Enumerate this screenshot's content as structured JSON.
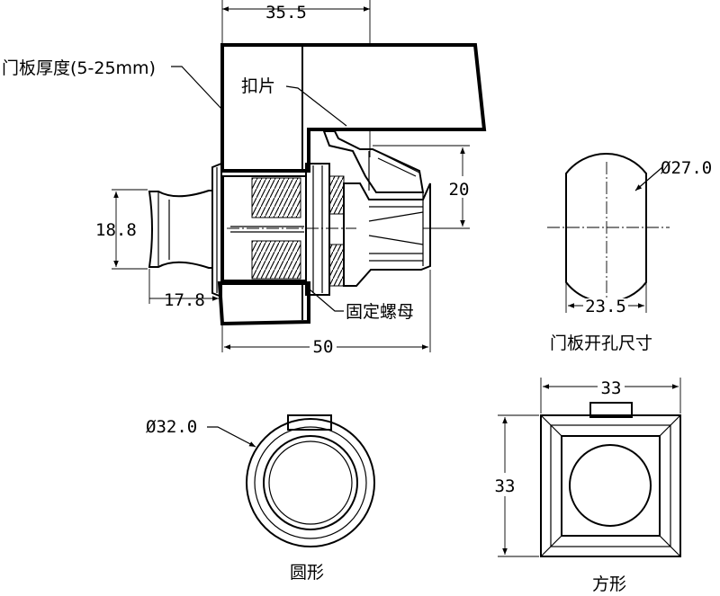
{
  "labels": {
    "panel_thickness": "门板厚度(5-25mm)",
    "strike_plate": "扣片",
    "fixing_nut": "固定螺母",
    "hole_size": "门板开孔尺寸",
    "round_type": "圆形",
    "square_type": "方形"
  },
  "dimensions": {
    "top_width": "35.5",
    "tab_height": "20",
    "knob_dia": "18.8",
    "knob_len": "17.8",
    "total_len": "50",
    "hole_dia": "Ø27.0",
    "hole_flat": "23.5",
    "round_dia": "Ø32.0",
    "square_w": "33",
    "square_h": "33"
  }
}
